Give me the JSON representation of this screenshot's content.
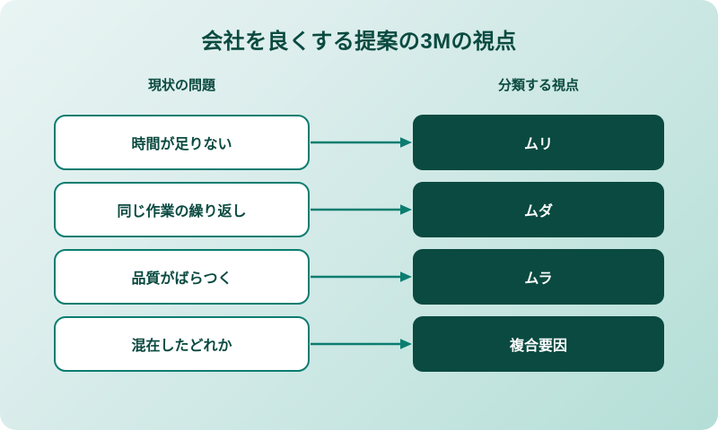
{
  "title": "会社を良くする提案の3Mの視点",
  "columns": {
    "left_header": "現状の問題",
    "right_header": "分類する視点"
  },
  "rows": [
    {
      "problem": "時間が足りない",
      "viewpoint": "ムリ"
    },
    {
      "problem": "同じ作業の繰り返し",
      "viewpoint": "ムダ"
    },
    {
      "problem": "品質がばらつく",
      "viewpoint": "ムラ"
    },
    {
      "problem": "混在したどれか",
      "viewpoint": "複合要因"
    }
  ],
  "colors": {
    "dark_green": "#0a4a40",
    "teal_border": "#0b7d70",
    "arrow": "#0b7d70",
    "box_fill": "#ffffff",
    "bg_light": "#e8f4f3",
    "bg_deep": "#b4ded7"
  }
}
